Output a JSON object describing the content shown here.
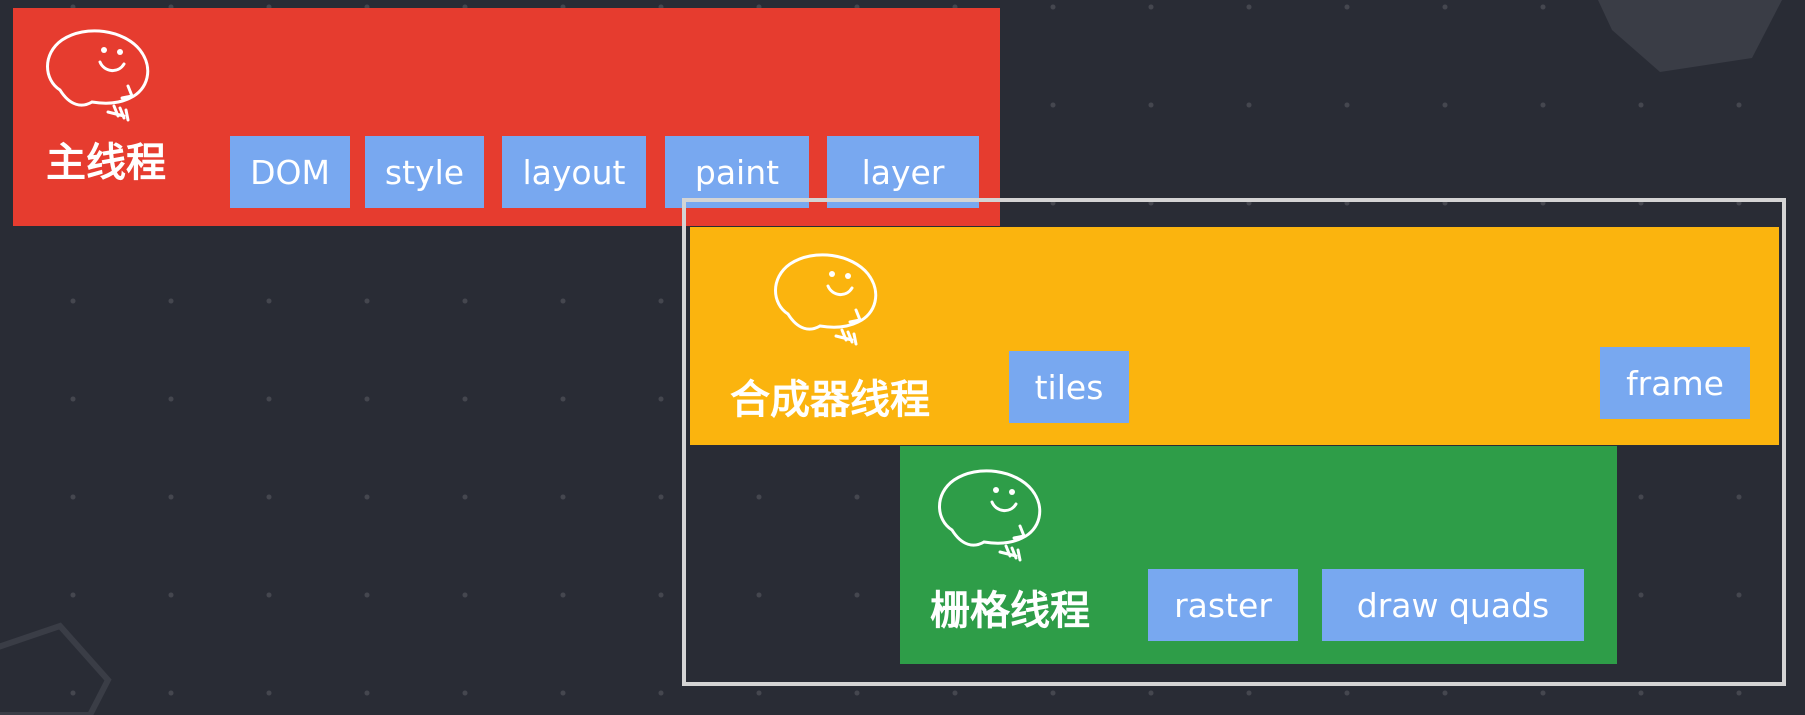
{
  "colors": {
    "background": "#292c35",
    "main_thread": "#e63c2f",
    "compositor_thread": "#fbb40e",
    "raster_thread": "#2e9d48",
    "task_box": "#78a8f0",
    "frame_box": "#d4d4d4"
  },
  "icon_name": "smiley-speech-bubble-icon",
  "main_thread": {
    "label": "主线程",
    "tasks": [
      "DOM",
      "style",
      "layout",
      "paint",
      "layer"
    ]
  },
  "compositor_thread": {
    "label": "合成器线程",
    "tasks": [
      "tiles",
      "frame"
    ]
  },
  "raster_thread": {
    "label": "栅格线程",
    "tasks": [
      "raster",
      "draw quads"
    ]
  }
}
